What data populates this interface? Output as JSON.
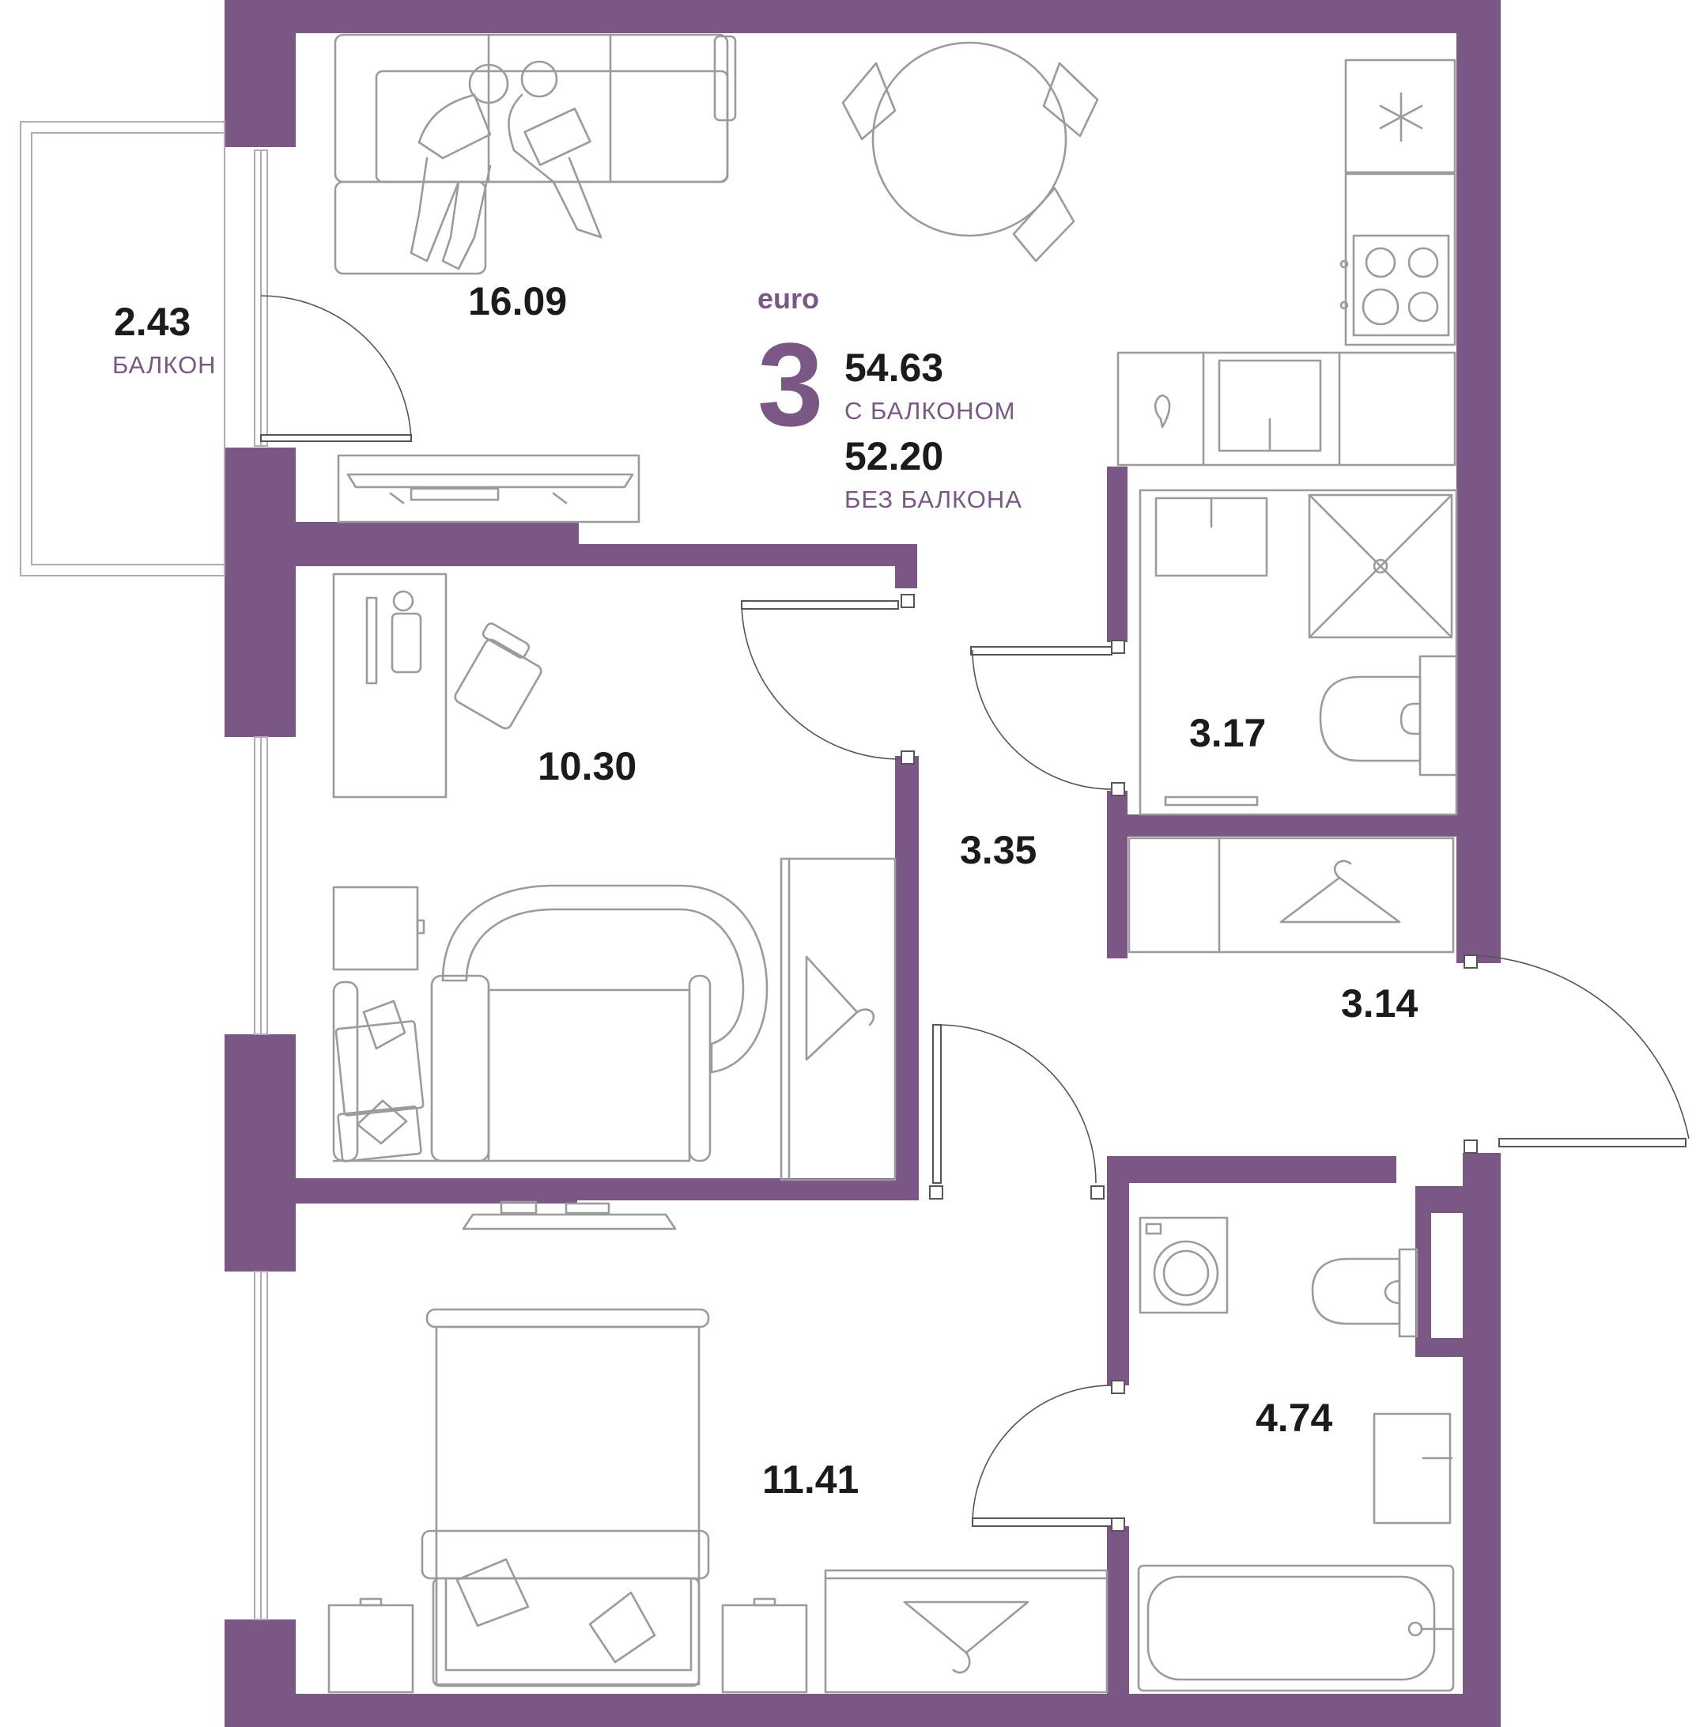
{
  "plan": {
    "type_label": "euro",
    "rooms_count": "3",
    "total_with_balcony": "54.63",
    "with_balcony_label": "С БАЛКОНОМ",
    "total_without_balcony": "52.20",
    "without_balcony_label": "БЕЗ БАЛКОНА"
  },
  "rooms": {
    "balcony_area": "2.43",
    "balcony_label": "БАЛКОН",
    "living_kitchen_area": "16.09",
    "bedroom_1_area": "10.30",
    "hallway_area": "3.35",
    "shower_room_area": "3.17",
    "entrance_area": "3.14",
    "bathroom_area": "4.74",
    "bedroom_2_area": "11.41"
  },
  "colors": {
    "wall": "#7a5784",
    "furniture_outline": "#9b9b9b",
    "text": "#1b1b1b"
  },
  "icons": [
    "sofa-icon",
    "people-icon",
    "dining-table-icon",
    "fridge-icon",
    "stove-icon",
    "sink-icon",
    "tv-icon",
    "desk-icon",
    "chair-icon",
    "armchair-icon",
    "wardrobe-icon",
    "shower-icon",
    "toilet-icon",
    "washing-machine-icon",
    "bathtub-icon",
    "bed-icon",
    "nightstand-icon"
  ]
}
